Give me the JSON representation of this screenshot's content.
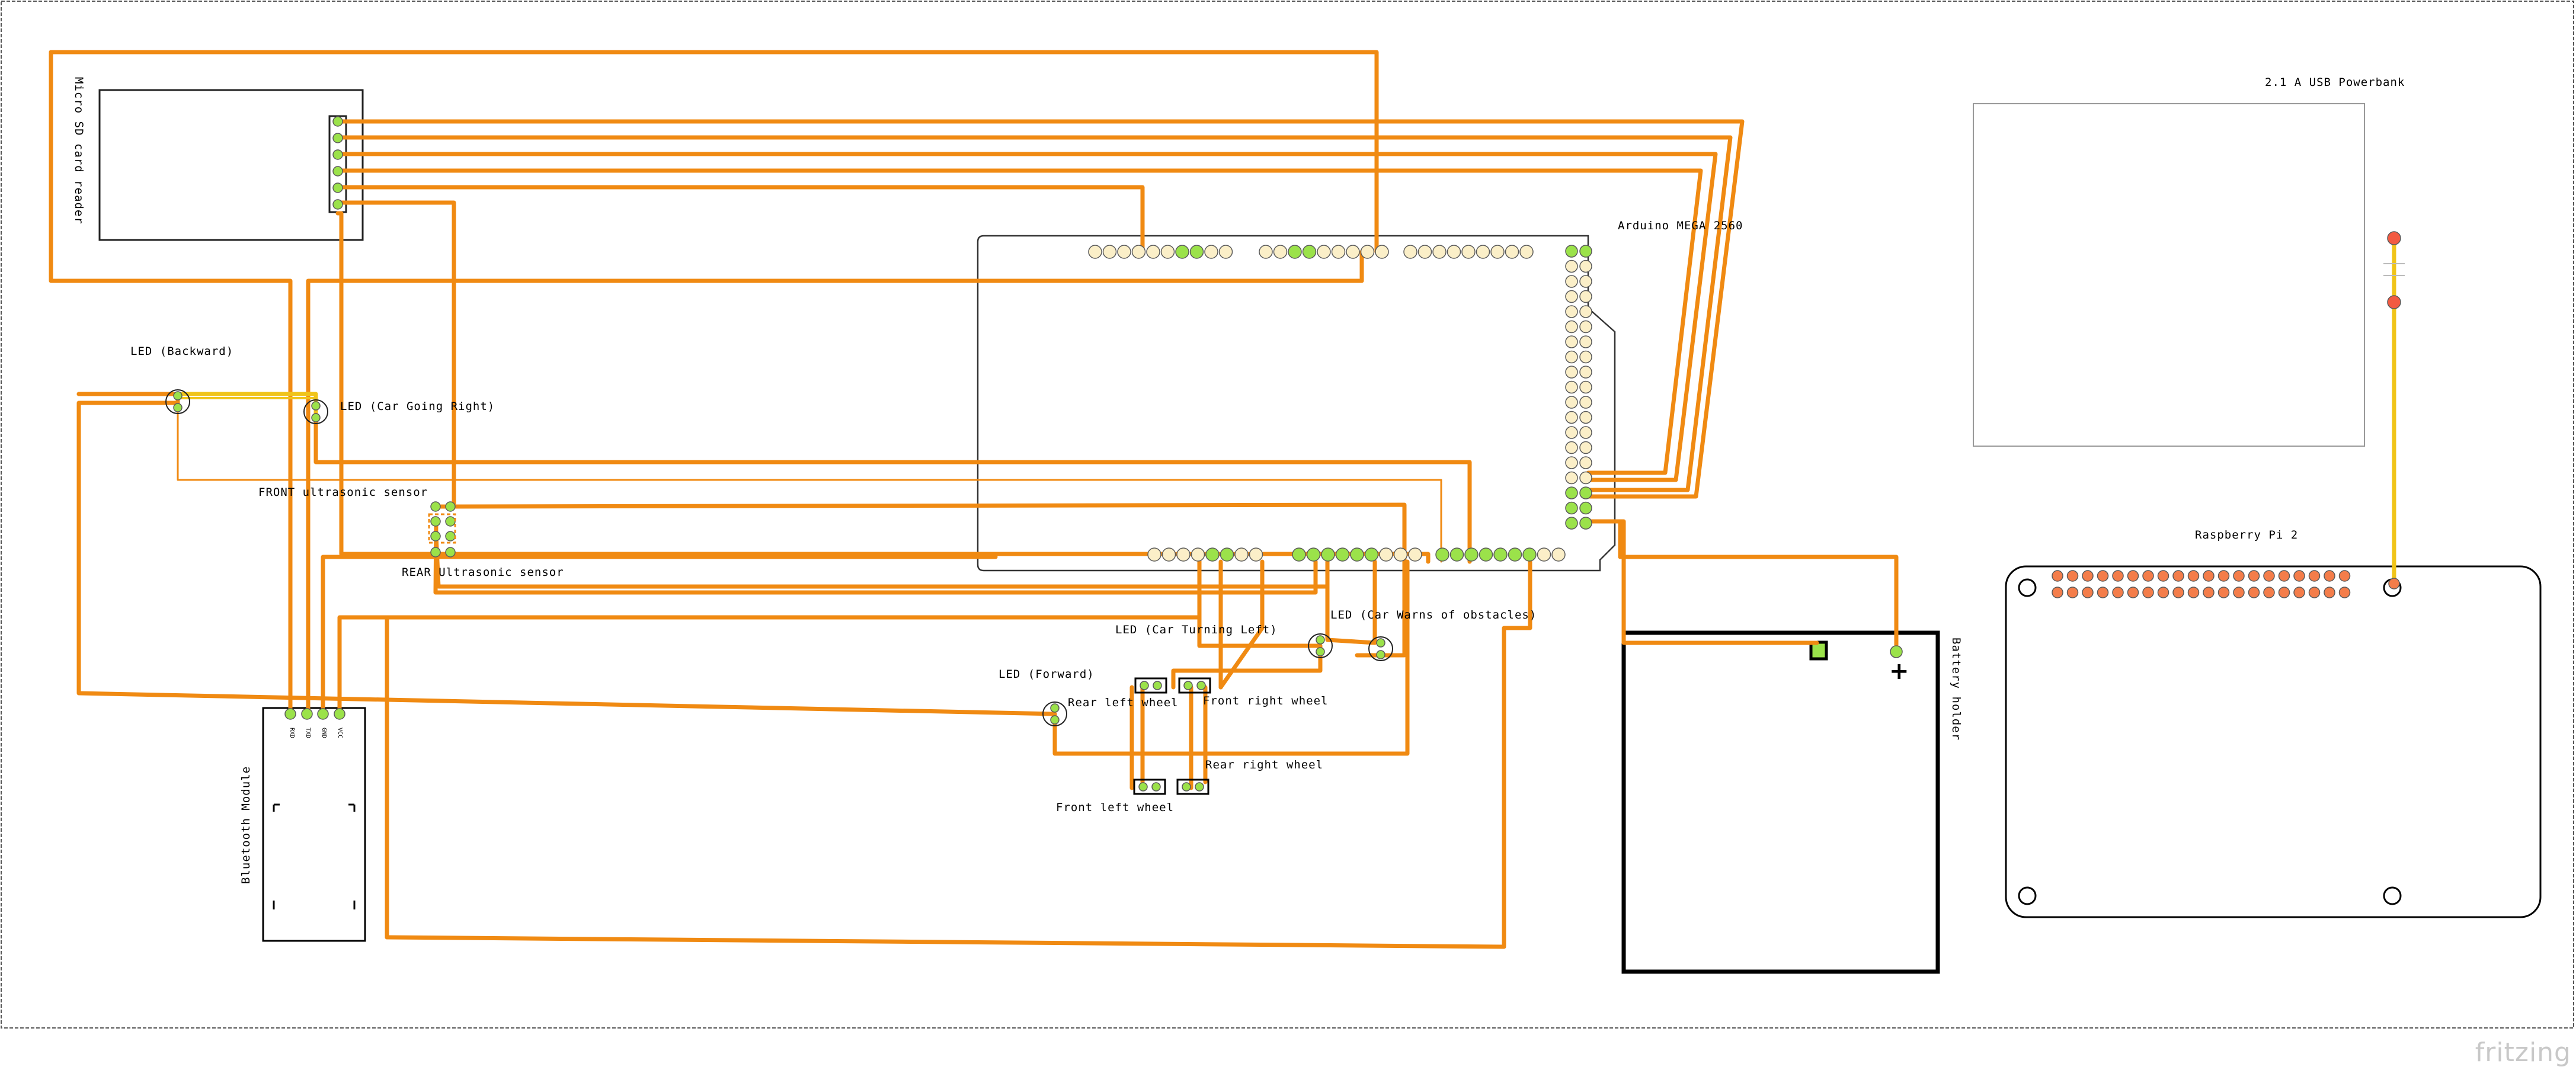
{
  "labels": {
    "sd_reader": "Micro SD card reader",
    "powerbank": "2.1 A USB Powerbank",
    "arduino": "Arduino MEGA 2560",
    "led_backward": "LED (Backward)",
    "led_right": "LED (Car Going Right)",
    "front_us": "FRONT ultrasonic sensor",
    "rear_us": "REAR Ultrasonic sensor",
    "led_left": "LED (Car Turning Left)",
    "led_obstacles": "LED (Car Warns of obstacles)",
    "led_forward": "LED (Forward)",
    "rear_left_wheel": "Rear left wheel",
    "front_right_wheel": "Front right wheel",
    "rear_right_wheel": "Rear right wheel",
    "front_left_wheel": "Front left wheel",
    "battery_holder": "Battery holder",
    "battery_plus": "+",
    "raspberry": "Raspberry Pi 2",
    "bluetooth": "Bluetooth Module",
    "bt_pins": [
      "RXD",
      "TXD",
      "GND",
      "VCC"
    ]
  },
  "brand": "fritzing",
  "colors": {
    "wire": "#f08a12",
    "wire_yellow": "#f0c419",
    "pin_green": "#9be24a",
    "pin_header": "#fbefc8",
    "pin_orange": "#f47d4a",
    "pin_red": "#f25a42"
  }
}
